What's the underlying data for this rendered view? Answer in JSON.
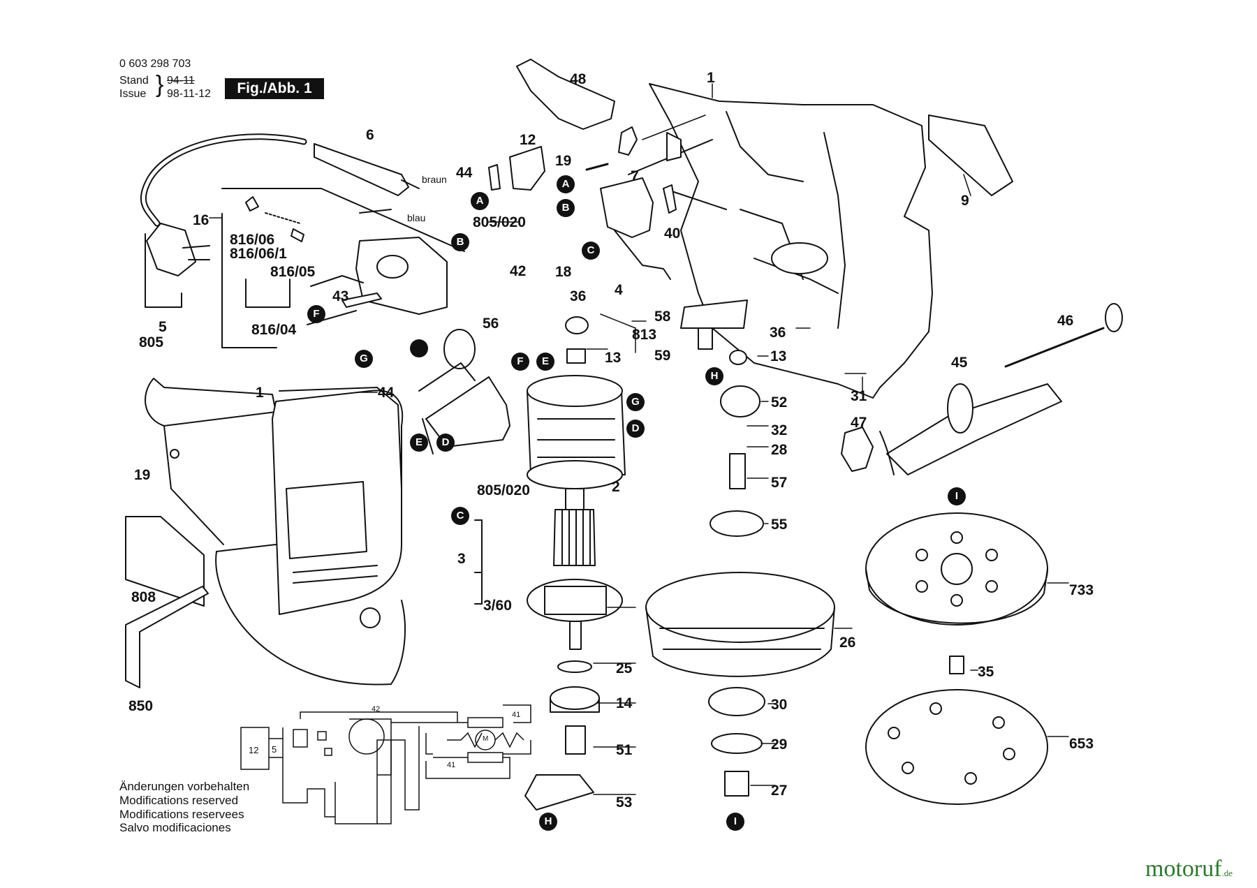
{
  "header": {
    "part_number": "0 603 298 703",
    "stand_label": "Stand",
    "stand_date": "94-11",
    "issue_label": "Issue",
    "issue_date": "98-11-12",
    "figure_label": "Fig./Abb. 1"
  },
  "labels": {
    "p1_top": "1",
    "p1_left": "1",
    "p2": "2",
    "p3": "3",
    "p3_60": "3/60",
    "p4": "4",
    "p5": "5",
    "p6": "6",
    "p7": "7",
    "p9": "9",
    "p12": "12",
    "p13a": "13",
    "p13b": "13",
    "p14": "14",
    "p16": "16",
    "p18": "18",
    "p19a": "19",
    "p19b": "19",
    "p25": "25",
    "p26": "26",
    "p27": "27",
    "p28": "28",
    "p29": "29",
    "p30": "30",
    "p31": "31",
    "p32": "32",
    "p35": "35",
    "p36a": "36",
    "p36b": "36",
    "p40": "40",
    "p42": "42",
    "p43": "43",
    "p44a": "44",
    "p44b": "44",
    "p45": "45",
    "p46": "46",
    "p47": "47",
    "p48": "48",
    "p51": "51",
    "p52": "52",
    "p53": "53",
    "p55": "55",
    "p56": "56",
    "p57": "57",
    "p58": "58",
    "p59": "59",
    "p653": "653",
    "p733": "733",
    "p805": "805",
    "p805_020a": "805/020",
    "p805_020b": "805/020",
    "p808": "808",
    "p813": "813",
    "p816_04": "816/04",
    "p816_05": "816/05",
    "p816_06": "816/06",
    "p816_06_1": "816/06/1",
    "p850": "850",
    "wire_braun": "braun",
    "wire_blau": "blau"
  },
  "connectors": {
    "A1": "A",
    "A2": "A",
    "B1": "B",
    "B2": "B",
    "C1": "C",
    "C2": "C",
    "D1": "D",
    "D2": "D",
    "E1": "E",
    "E2": "E",
    "F1": "F",
    "F2": "F",
    "G1": "G",
    "G2": "G",
    "H1": "H",
    "H2": "H",
    "I1": "I",
    "I2": "I"
  },
  "schematic": {
    "n42": "42",
    "n41a": "41",
    "n41b": "41",
    "n12": "12",
    "n5": "5",
    "motor": "M"
  },
  "notes": {
    "de": "Änderungen vorbehalten",
    "en": "Modifications reserved",
    "fr": "Modifications reservees",
    "es": "Salvo modificaciones"
  },
  "watermark": {
    "text": "motoruf",
    "suffix": ".de"
  },
  "colors": {
    "ink": "#111111",
    "watermark": "#2a7a2a"
  }
}
